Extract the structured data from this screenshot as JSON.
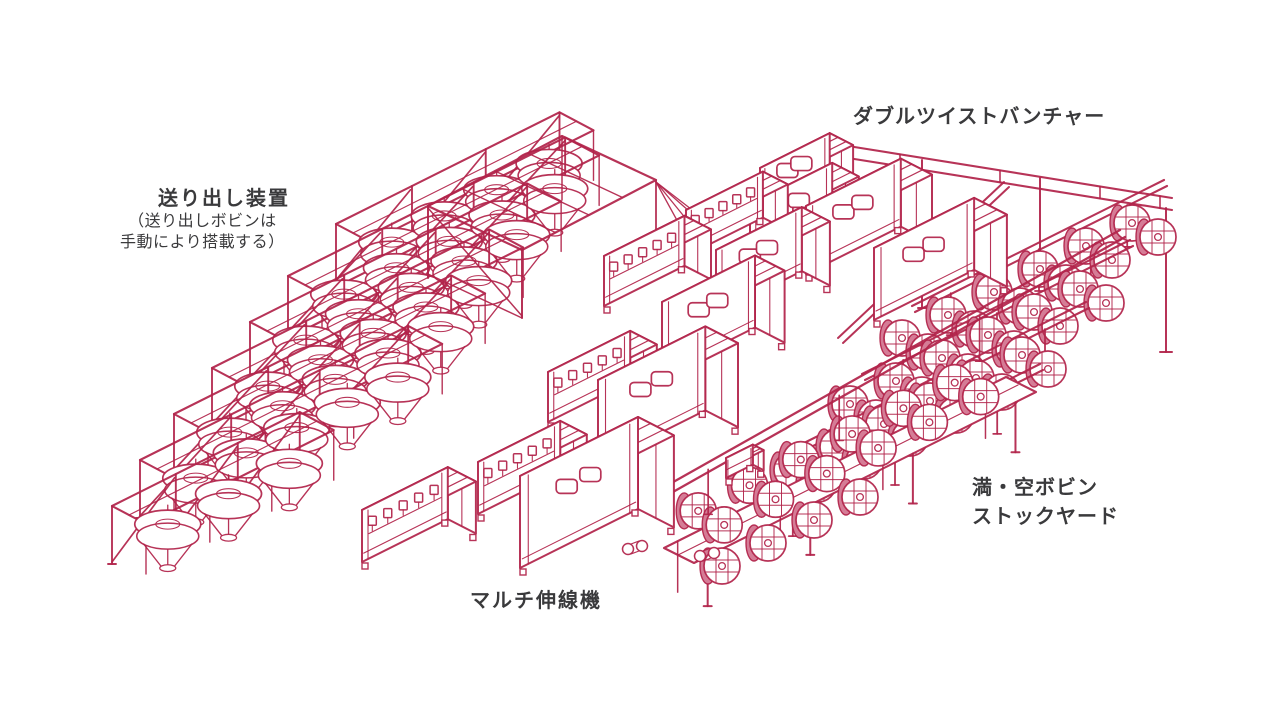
{
  "colors": {
    "background": "#ffffff",
    "line": "#b2234a",
    "pink_fill": "#d57c96",
    "label": "#3a3a3c"
  },
  "labels": {
    "double_twist_buncher": "ダブルツイストバンチャー",
    "payoff_title": "送り出し装置",
    "payoff_note_line1": "（送り出しボビンは",
    "payoff_note_line2": "手動により搭載する）",
    "multi_drawing_machine": "マルチ伸線機",
    "stockyard_line1": "満・空ボビン",
    "stockyard_line2": "ストックヤード"
  }
}
